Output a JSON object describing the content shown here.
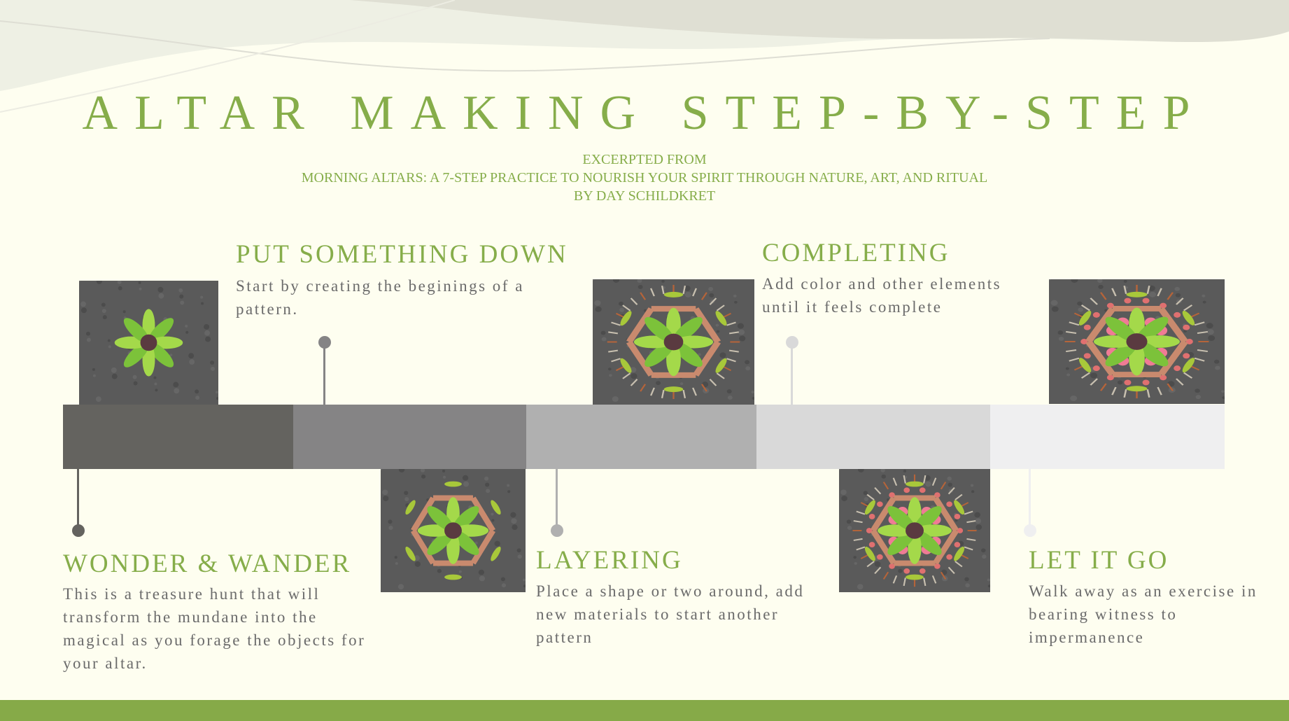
{
  "header": {
    "title": "ALTAR MAKING STEP-BY-STEP",
    "subtitle_lines": [
      "EXCERPTED FROM",
      "MORNING ALTARS: A 7-STEP PRACTICE TO NOURISH YOUR SPIRIT THROUGH NATURE, ART, AND RITUAL",
      "BY DAY SCHILDKRET"
    ]
  },
  "colors": {
    "accent": "#86ad4a",
    "footer": "#86aa48",
    "text": "#6b6b6b",
    "background": "#fefef0",
    "segments": [
      "#64635f",
      "#858485",
      "#b0b0b0",
      "#d9d9d9",
      "#efeff0"
    ]
  },
  "steps": [
    {
      "title": "WONDER & WANDER",
      "description": "This is a treasure hunt that will transform the mundane into the magical as you forage the objects for your altar."
    },
    {
      "title": "PUT SOMETHING DOWN",
      "description": "Start by creating the beginings of a pattern."
    },
    {
      "title": "LAYERING",
      "description": "Place a shape or two around, add new materials to start another pattern"
    },
    {
      "title": "COMPLETING",
      "description": "Add color and other elements until it feels complete"
    },
    {
      "title": "LET IT GO",
      "description": "Walk away as an exercise in bearing witness to impermanence"
    }
  ]
}
